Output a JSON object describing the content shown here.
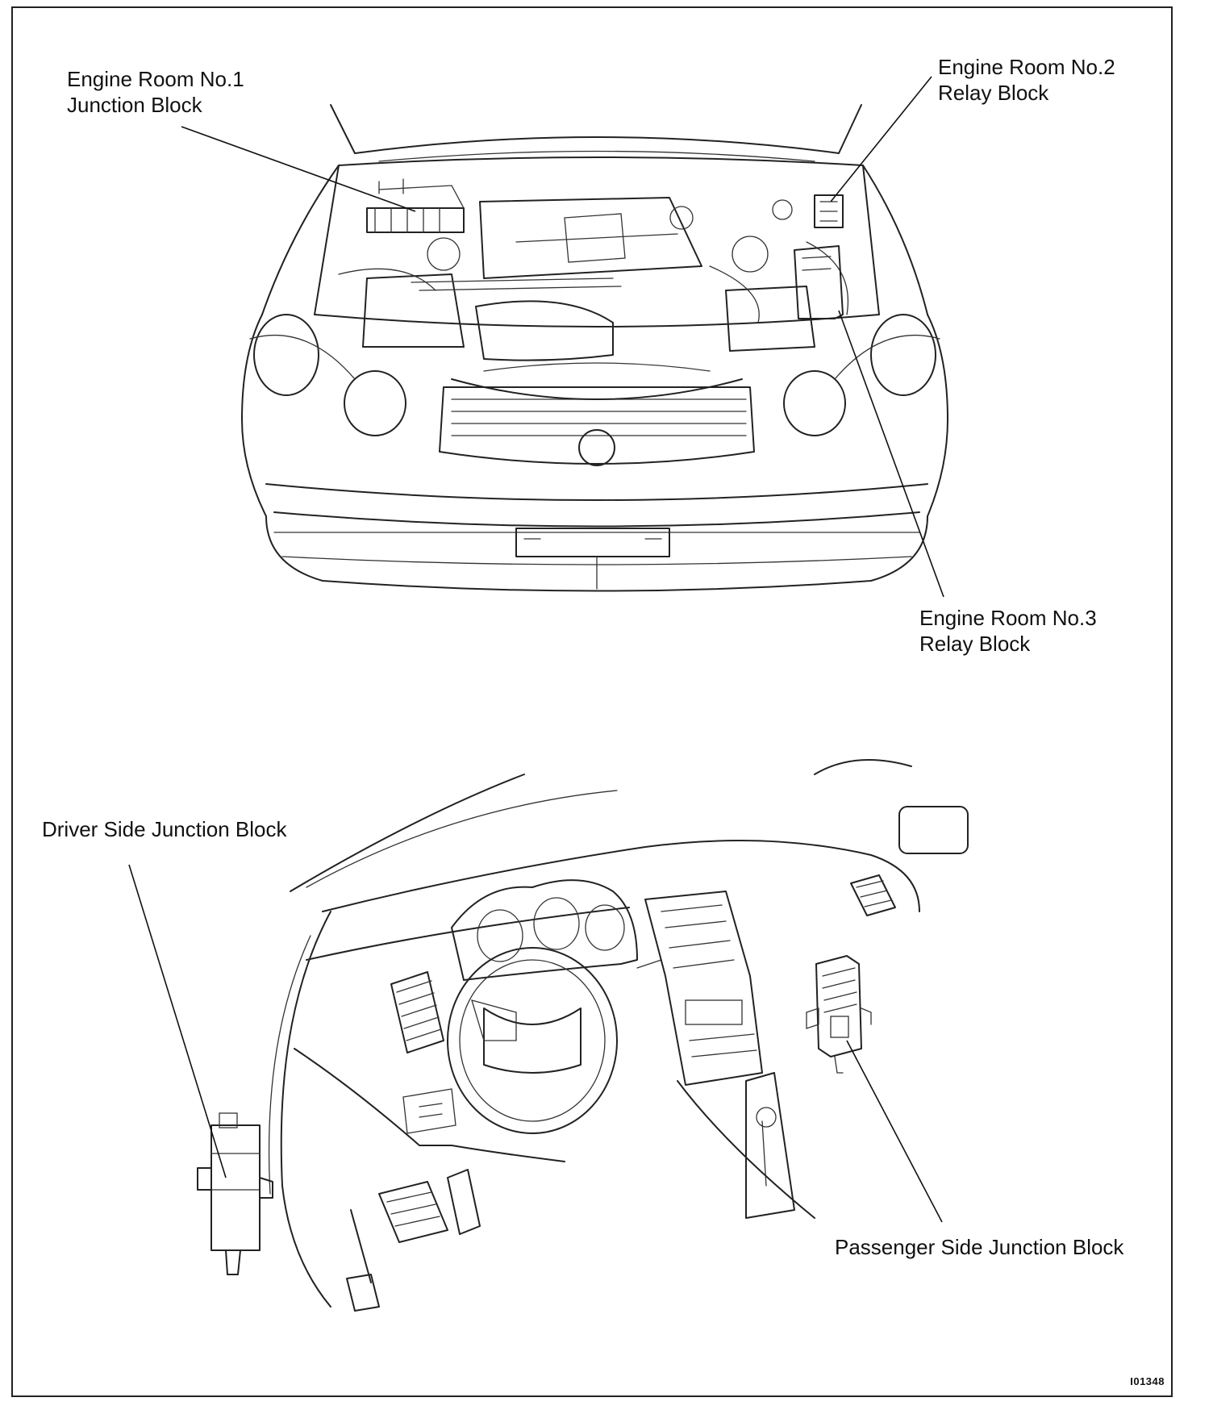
{
  "diagram": {
    "labels": {
      "er1": [
        "Engine Room No.1",
        "Junction Block"
      ],
      "er2": [
        "Engine Room No.2",
        "Relay Block"
      ],
      "er3": [
        "Engine Room No.3",
        "Relay Block"
      ],
      "driver": "Driver Side Junction Block",
      "passenger": "Passenger Side Junction Block"
    },
    "figure_code": "I01348"
  }
}
